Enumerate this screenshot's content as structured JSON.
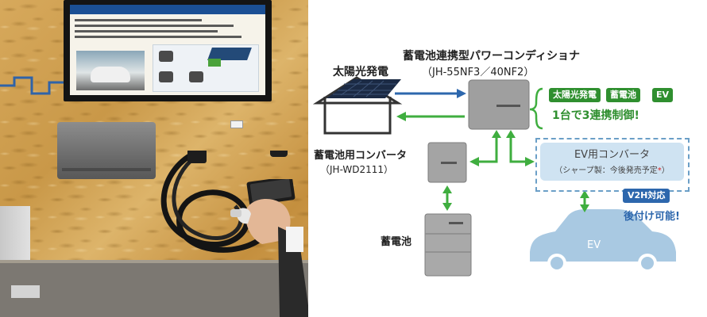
{
  "diagram": {
    "solar_label": "太陽光発電",
    "pcs_title": "蓄電池連携型パワーコンディショナ",
    "pcs_model": "（JH-55NF3／40NF2）",
    "badges": [
      "太陽光発電",
      "蓄電池",
      "EV"
    ],
    "control_text": "1台で3連携制御!",
    "battery_converter_label": "蓄電池用コンバータ",
    "battery_converter_model": "（JH-WD2111）",
    "ev_converter_title": "EV用コンバータ",
    "ev_converter_note": "（シャープ製：今後発売予定",
    "ev_converter_note_mark": "*",
    "ev_converter_note_end": "）",
    "v2h_badge": "V2H対応",
    "retrofit_text": "後付け可能!",
    "battery_label": "蓄電池",
    "ev_label": "EV"
  },
  "colors": {
    "accent_green": "#2f8f2f",
    "arrow_blue": "#2d67ad",
    "arrow_green": "#3fae3f",
    "ev_blue": "#a9c9e2"
  }
}
